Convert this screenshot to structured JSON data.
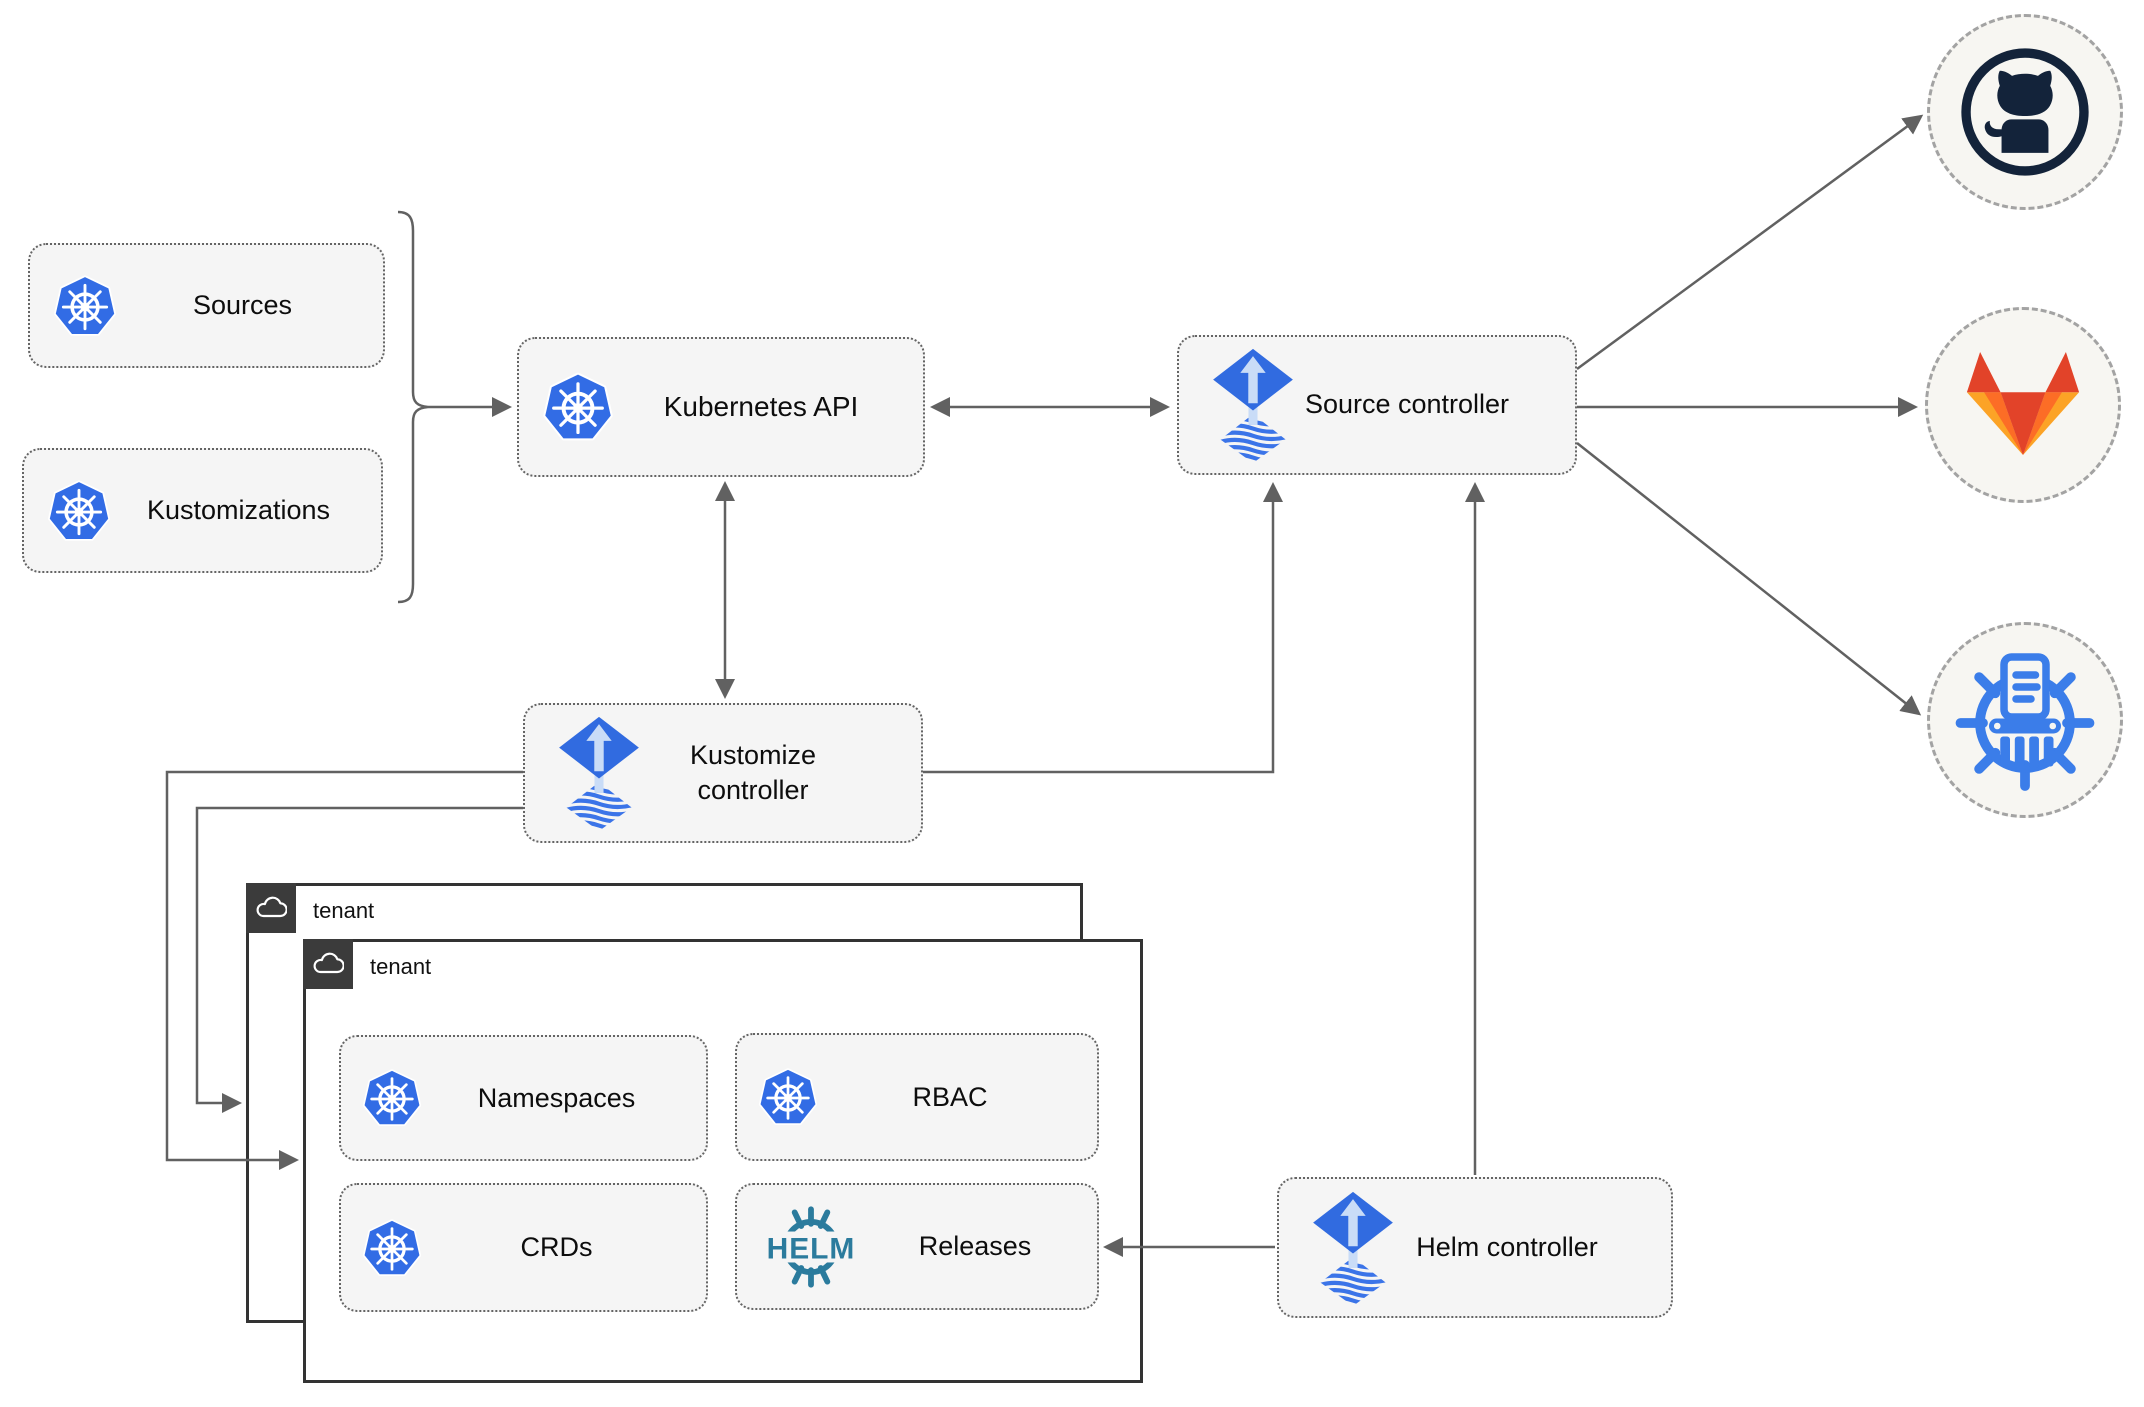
{
  "nodes": {
    "sources": {
      "label": "Sources",
      "icon": "kubernetes"
    },
    "kustomizations": {
      "label": "Kustomizations",
      "icon": "kubernetes"
    },
    "kubernetes_api": {
      "label": "Kubernetes API",
      "icon": "kubernetes"
    },
    "source_controller": {
      "label": "Source controller",
      "icon": "flux"
    },
    "kustomize_controller": {
      "label": "Kustomize controller",
      "icon": "flux"
    },
    "helm_controller": {
      "label": "Helm controller",
      "icon": "flux"
    },
    "tenant_back": {
      "label": "tenant",
      "icon": "cloud"
    },
    "tenant_front": {
      "label": "tenant",
      "icon": "cloud"
    },
    "namespaces": {
      "label": "Namespaces",
      "icon": "kubernetes"
    },
    "rbac": {
      "label": "RBAC",
      "icon": "kubernetes"
    },
    "crds": {
      "label": "CRDs",
      "icon": "kubernetes"
    },
    "releases": {
      "label": "Releases",
      "icon": "helm",
      "logo_text": "HELM"
    },
    "github": {
      "icon": "github-octocat"
    },
    "gitlab": {
      "icon": "gitlab-tanuki"
    },
    "helm_repository": {
      "icon": "chartmuseum-wheel"
    }
  },
  "edges": [
    {
      "from": "sources/kustomizations bracket",
      "to": "kubernetes_api",
      "type": "arrow"
    },
    {
      "from": "kubernetes_api",
      "to": "source_controller",
      "type": "double-arrow"
    },
    {
      "from": "kubernetes_api",
      "to": "kustomize_controller",
      "type": "double-arrow"
    },
    {
      "from": "kustomize_controller",
      "to": "source_controller",
      "type": "arrow"
    },
    {
      "from": "kustomize_controller",
      "to": "tenant_front",
      "type": "arrow"
    },
    {
      "from": "kustomize_controller",
      "to": "tenant_back",
      "type": "arrow"
    },
    {
      "from": "helm_controller",
      "to": "source_controller",
      "type": "arrow"
    },
    {
      "from": "helm_controller",
      "to": "releases",
      "type": "arrow"
    },
    {
      "from": "source_controller",
      "to": "github",
      "type": "arrow"
    },
    {
      "from": "source_controller",
      "to": "gitlab",
      "type": "arrow"
    },
    {
      "from": "source_controller",
      "to": "helm_repository",
      "type": "arrow"
    }
  ],
  "colors": {
    "kubernetes_blue": "#326ce5",
    "flux_blue": "#316be0",
    "flux_light_arrow": "#c9dcf7",
    "helm_teal": "#2b7b9d",
    "github_dark": "#13233a",
    "gitlab_red": "#e24329",
    "gitlab_orange": "#fc6d26",
    "gitlab_yellow": "#fca326",
    "chartmuseum_blue": "#3b7de9",
    "arrow_gray": "#616161",
    "node_fill": "#f5f5f5",
    "circle_fill": "#f7f6f2",
    "tenant_border": "#333333"
  }
}
